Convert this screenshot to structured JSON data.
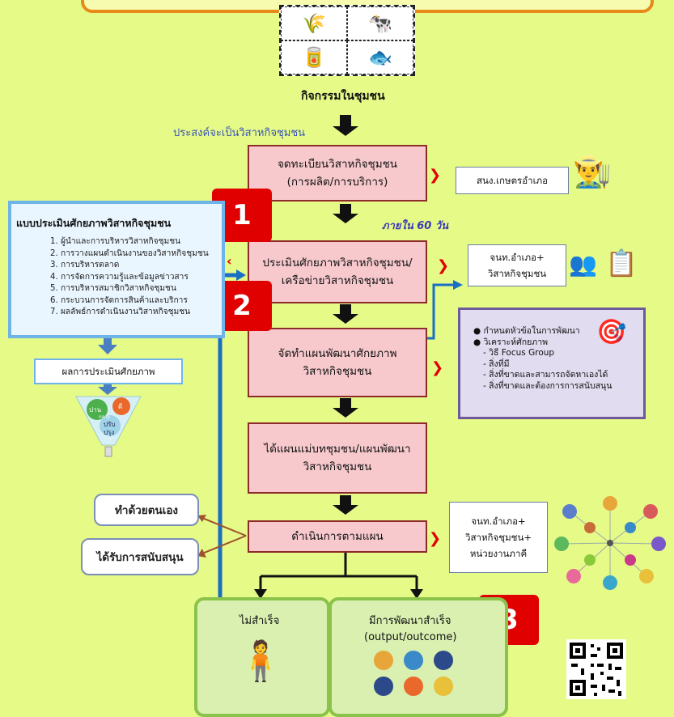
{
  "community": {
    "label": "กิจกรรมในชุมชน",
    "icons": [
      "grain-icon",
      "cow-icon",
      "cans-icon",
      "fish-icon"
    ]
  },
  "intent_label": "ประสงค์จะเป็นวิสาหกิจชุมชน",
  "flow": {
    "step1": {
      "line1": "จดทะเบียนวิสาหกิจชุมชน",
      "line2": "(การผลิต/การบริการ)"
    },
    "step2": {
      "line1": "ประเมินศักยภาพวิสาหกิจชุมชน/",
      "line2": "เครือข่ายวิสาหกิจชุมชน"
    },
    "step3": {
      "line1": "จัดทำแผนพัฒนาศักยภาพ",
      "line2": "วิสาหกิจชุมชน"
    },
    "step4": {
      "line1": "ได้แผนแม่บทชุมชน/แผนพัฒนา",
      "line2": "วิสาหกิจชุมชน"
    },
    "step5": {
      "line1": "ดำเนินการตามแผน"
    }
  },
  "deadline": "ภายใน 60 วัน",
  "agency1": "สนง.เกษตรอำเภอ",
  "agency2": {
    "line1": "จนท.อำเภอ+",
    "line2": "วิสาหกิจชุมชน"
  },
  "agency3": {
    "line1": "จนท.อำเภอ+",
    "line2": "วิสาหกิจชุมชน+",
    "line3": "หน่วยงานภาคี"
  },
  "badges": [
    "1",
    "2",
    "3"
  ],
  "evaluation": {
    "title": "แบบประเมินศักยภาพวิสาหกิจชุมชน",
    "items": [
      "1. ผู้นำและการบริหารวิสาหกิจชุมชน",
      "2. การวางแผนดำเนินงานของวิสาหกิจชุมชน",
      "3. การบริหารตลาด",
      "4. การจัดการความรู้และข้อมูลข่าวสาร",
      "5. การบริหารสมาชิกวิสาหกิจชุมชน",
      "6. กระบวนการจัดการสินค้าและบริการ",
      "7. ผลลัพธ์การดำเนินงานวิสาหกิจชุมชน"
    ]
  },
  "eval_result": "ผลการประเมินศักยภาพ",
  "funnel": {
    "a": "ปาน",
    "b": "ดี",
    "c": "กลาง",
    "d": "ปรับ",
    "e": "ปรุง"
  },
  "plan_box": {
    "bullet1": "● กำหนดหัวข้อในการพัฒนา",
    "bullet2": "● วิเคราะห์ศักยภาพ",
    "sub1": "- วิธี Focus Group",
    "sub2": "- สิ่งที่มี",
    "sub3": "- สิ่งที่ขาดและสามารถจัดหาเองได้",
    "sub4": "- สิ่งที่ขาดและต้องการการสนับสนุน"
  },
  "self": "ทำด้วยตนเอง",
  "support": "ได้รับการสนับสนุน",
  "fail": "ไม่สำเร็จ",
  "success": {
    "line1": "มีการพัฒนาสำเร็จ",
    "line2": "(output/outcome)"
  },
  "colors": {
    "background": "#e6fa88",
    "flow_fill": "#f7c9cd",
    "badge": "#e00000",
    "arrow_blue": "#1a6fc4"
  }
}
